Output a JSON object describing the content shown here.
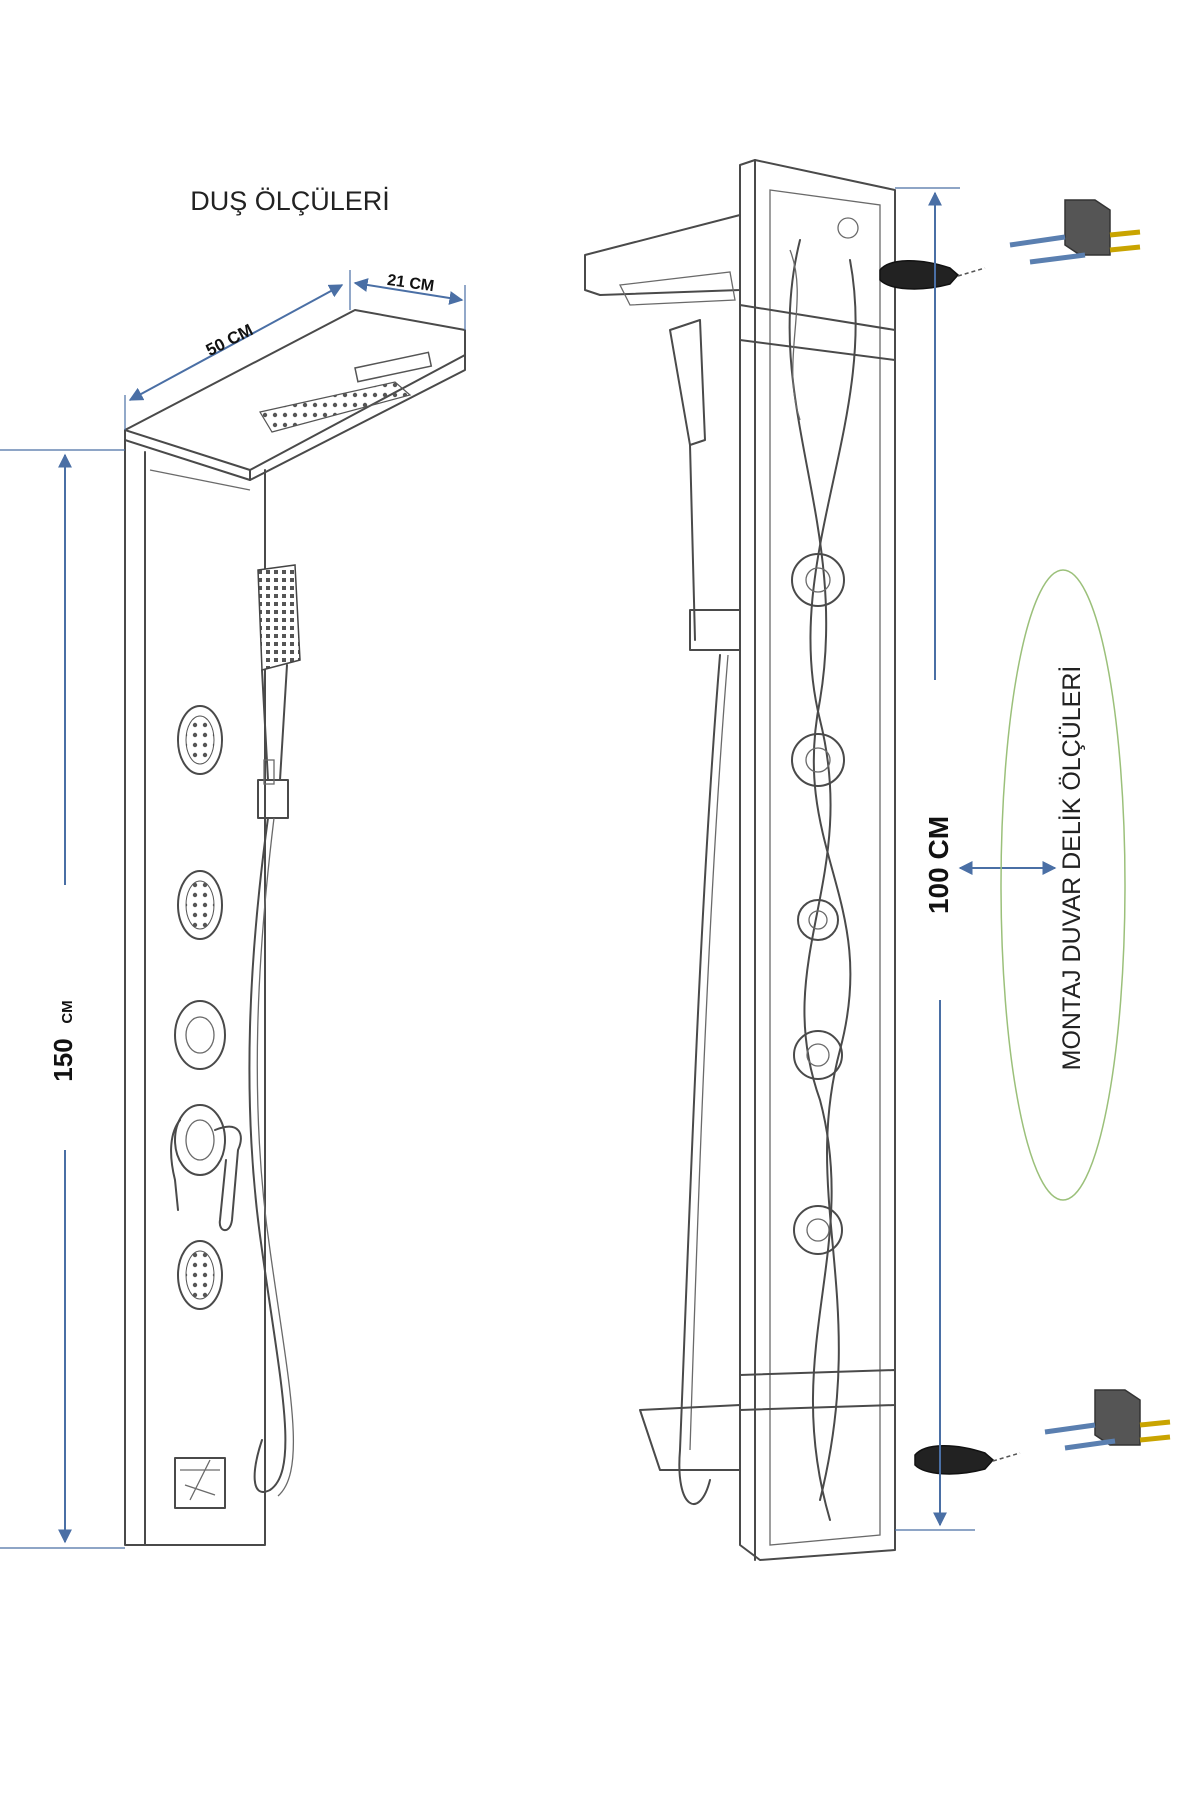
{
  "title": "DUŞ ÖLÇÜLERİ",
  "dimensions": {
    "width": "50 CM",
    "depth": "21 CM",
    "height_value": "150",
    "height_unit": "CM",
    "mount_spacing": "100 CM"
  },
  "mount_label": "MONTAJ DUVAR DELİK ÖLÇÜLERİ",
  "colors": {
    "dimension_line": "#4a6fa5",
    "sketch_line": "#4a4a4a",
    "ellipse_outline": "#9bc07a"
  },
  "icons": [
    "rain-showerhead-icon",
    "hand-shower-icon",
    "body-jet-icon",
    "mixer-valve-icon",
    "wall-anchor-icon",
    "mounting-bracket-icon"
  ]
}
